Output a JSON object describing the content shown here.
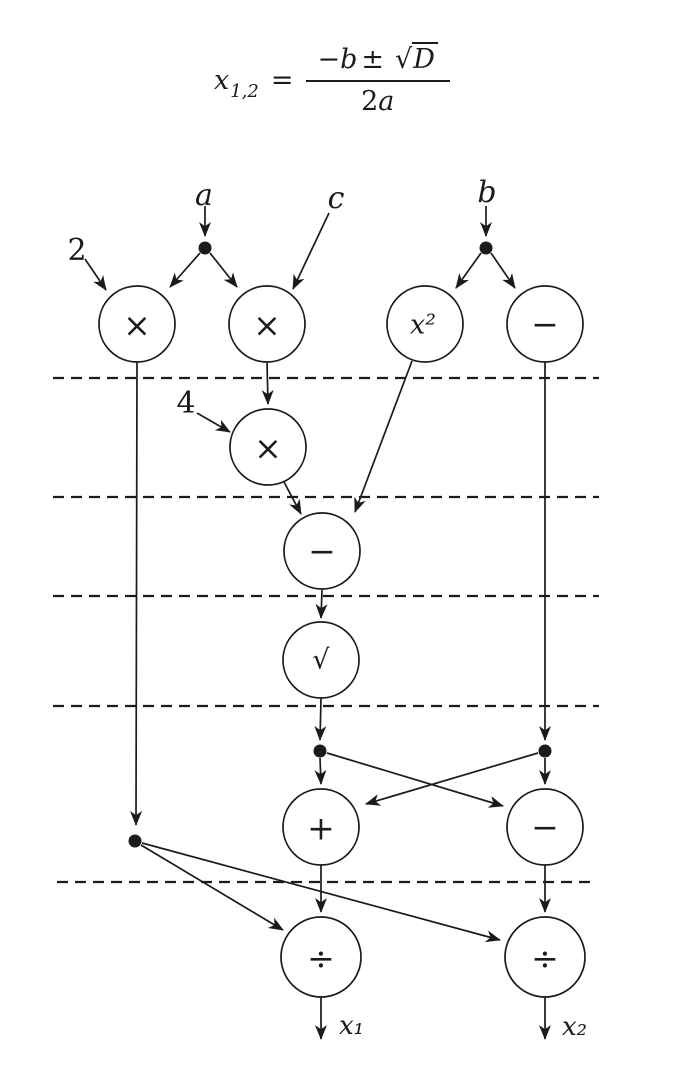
{
  "colors": {
    "ink": "#1b1b1b",
    "background": "#ffffff"
  },
  "formula": {
    "lhs_var": "x",
    "lhs_sub": "1,2",
    "equals": "=",
    "minus": "−",
    "num_var": "b",
    "plus_minus": "±",
    "sqrt_sign": "√",
    "radicand": "D",
    "den_coeff": "2",
    "den_var": "a"
  },
  "diagram": {
    "inputs": {
      "two": "2",
      "a": "a",
      "c": "c",
      "b": "b",
      "four": "4"
    },
    "nodes": {
      "mul_2a": "×",
      "mul_ac": "×",
      "square": "x²",
      "negate": "−",
      "mul_4ac": "×",
      "sub_disc": "−",
      "sqrt": "√",
      "add": "+",
      "sub": "−",
      "div_left": "÷",
      "div_right": "÷"
    },
    "outputs": {
      "x1": "x₁",
      "x2": "x₂"
    }
  }
}
